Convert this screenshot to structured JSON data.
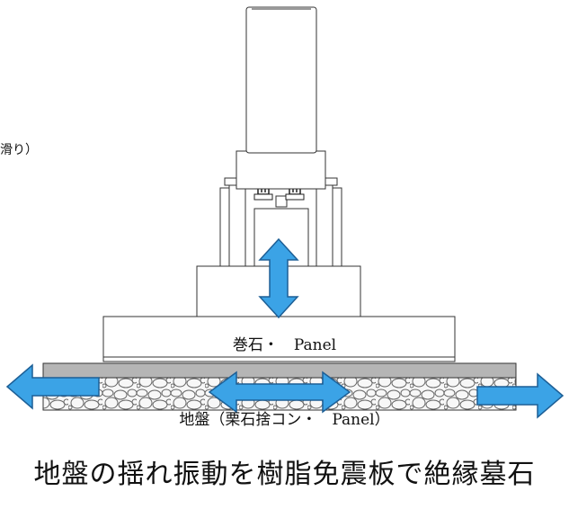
{
  "side_note": "滑り）",
  "base_label": "巻石・　Panel",
  "ground_label": "地盤（栗石捨コン・　Panel）",
  "caption": "地盤の揺れ振動を樹脂免震板で絶縁墓石",
  "colors": {
    "arrow_fill": "#3ba3e6",
    "arrow_stroke": "#1d5f96",
    "line": "#333333",
    "slab": "#b5b5b5"
  }
}
